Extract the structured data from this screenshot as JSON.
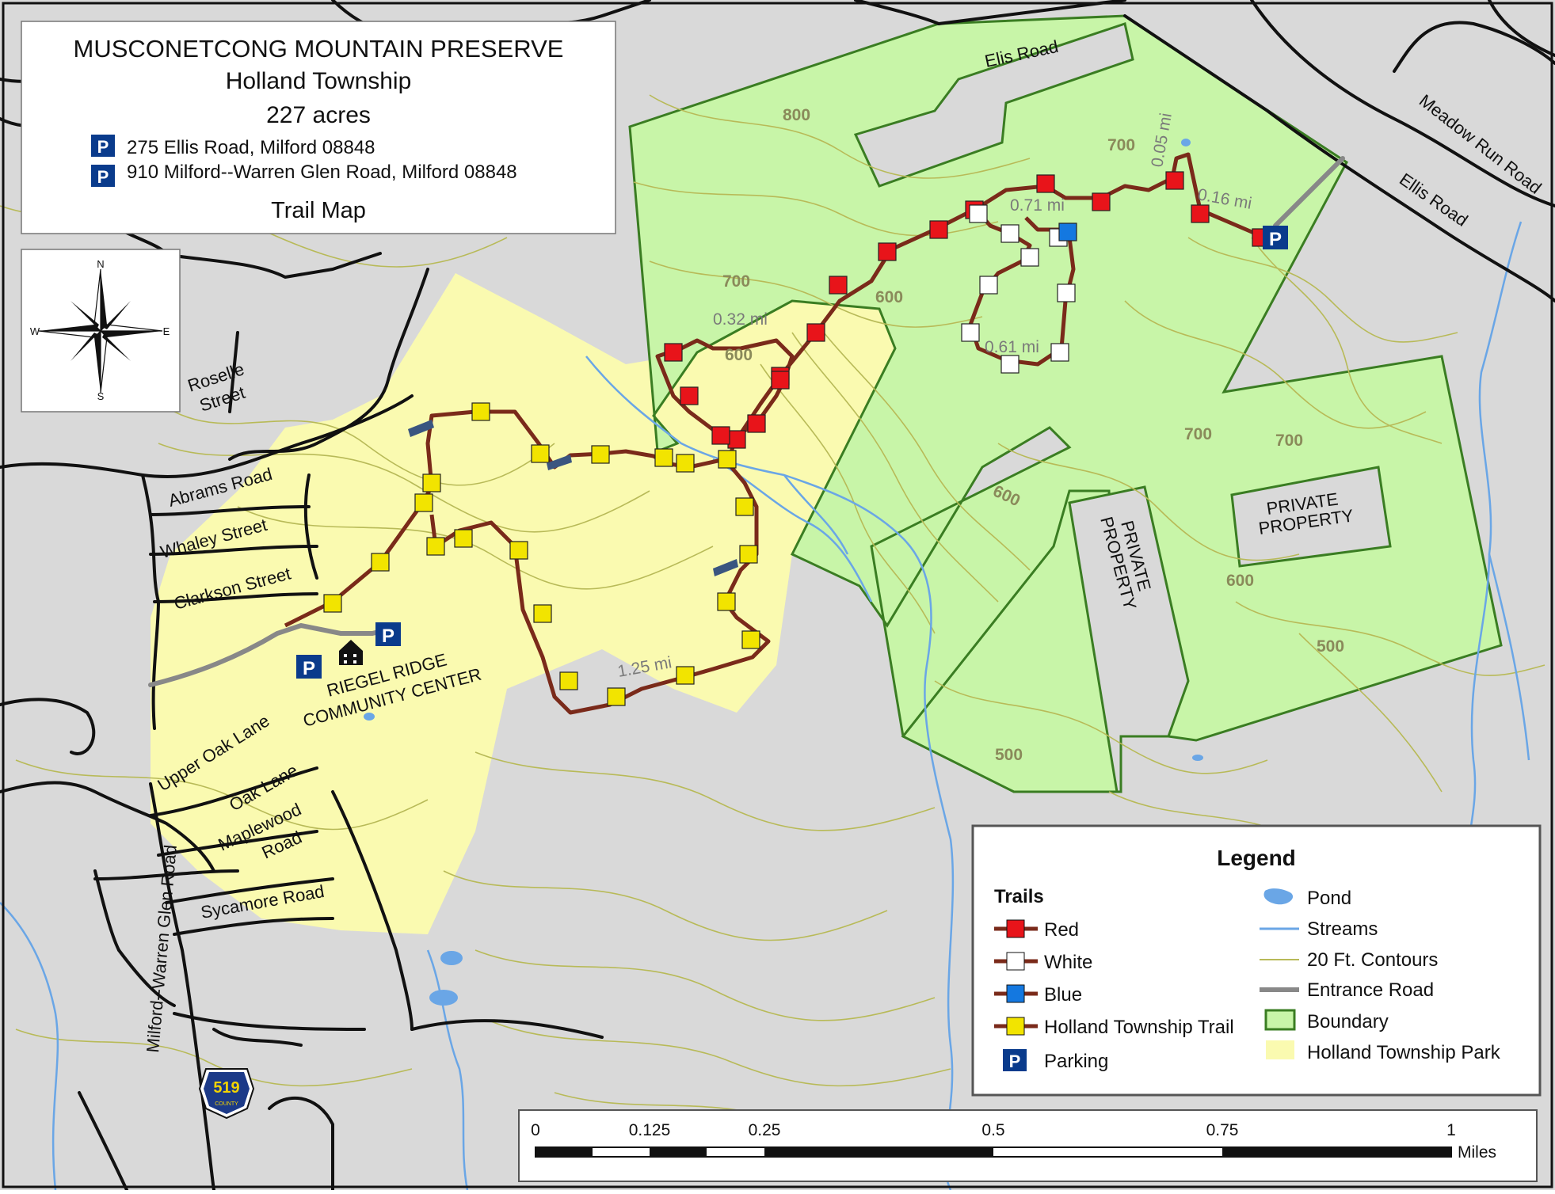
{
  "title_box": {
    "title": "MUSCONETCONG MOUNTAIN PRESERVE",
    "township": "Holland Township",
    "acres": "227 acres",
    "parking_symbol": "P",
    "address_1": "275 Ellis Road, Milford 08848",
    "address_2": "910 Milford--Warren Glen Road, Milford 08848",
    "subtitle": "Trail Map"
  },
  "compass": {
    "n": "N",
    "s": "S",
    "e": "E",
    "w": "W"
  },
  "roads": {
    "ellis_1": "Elis Road",
    "ellis_2": "Ellis Road",
    "meadow_run": "Meadow Run Road",
    "roselle_1": "Roselle",
    "roselle_2": "Street",
    "abrams": "Abrams Road",
    "whaley": "Whaley Street",
    "clarkson": "Clarkson Street",
    "upper_oak": "Upper Oak Lane",
    "oak": "Oak Lane",
    "maplewood_1": "Maplewood",
    "maplewood_2": "Road",
    "sycamore": "Sycamore Road",
    "milford_warren": "Milford--Warren Glen Road",
    "route_shield": "519",
    "route_shield_sub": "COUNTY"
  },
  "places": {
    "riegel_1": "RIEGEL RIDGE",
    "riegel_2": "COMMUNITY CENTER",
    "private_1_a": "PRIVATE",
    "private_1_b": "PROPERTY",
    "private_2_a": "PRIVATE",
    "private_2_b": "PROPERTY"
  },
  "contours": {
    "c800": "800",
    "c700a": "700",
    "c700b": "700",
    "c700c": "700",
    "c700d": "700",
    "c600a": "600",
    "c600b": "600",
    "c600c": "600",
    "c600d": "600",
    "c500a": "500",
    "c500b": "500"
  },
  "distances": {
    "d005": "0.05 mi",
    "d016": "0.16 mi",
    "d071": "0.71 mi",
    "d032": "0.32 mi",
    "d061": "0.61 mi",
    "d125": "1.25 mi"
  },
  "legend": {
    "title": "Legend",
    "trails_heading": "Trails",
    "red": "Red",
    "white": "White",
    "blue": "Blue",
    "holland": "Holland Township Trail",
    "parking": "Parking",
    "pond": "Pond",
    "streams": "Streams",
    "contours": "20 Ft. Contours",
    "entrance": "Entrance Road",
    "boundary": "Boundary",
    "park": "Holland Township Park"
  },
  "scale": {
    "t0": "0",
    "t1": "0.125",
    "t2": "0.25",
    "t3": "0.5",
    "t4": "0.75",
    "t5": "1",
    "unit": "Miles"
  },
  "colors": {
    "background": "#d9d9d9",
    "preserve": "#c8f5a8",
    "preserve_border": "#3a7d22",
    "park": "#fafab0",
    "trail": "#7a2a1a",
    "red_marker": "#e8141a",
    "white_marker": "#ffffff",
    "blue_marker": "#1478e0",
    "yellow_marker": "#f2e400",
    "parking_blue": "#0a3b8c",
    "stream": "#6aa6e6",
    "contour": "#b8ba58",
    "entrance_road": "#888888"
  }
}
